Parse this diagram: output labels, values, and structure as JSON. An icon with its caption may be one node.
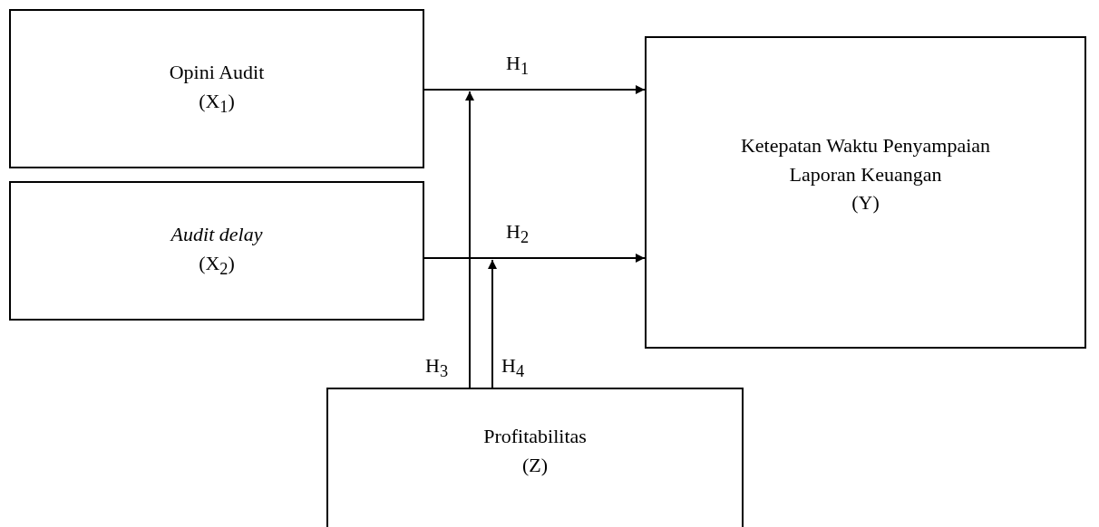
{
  "diagram": {
    "nodes": [
      {
        "text": [
          "Opini Audit",
          "(X$_{1}$)"
        ]
      },
      {
        "text": [
          "Ketepatan Waktu Penyampaian Laporan Keuangan",
          "(Y)"
        ]
      },
      {
        "text": [
          "Audit delay",
          "(X$_{2}$)"
        ]
      },
      {
        "text": [
          "Profitabilitas",
          "(Z)"
        ]
      }
    ],
    "edges": [
      {
        "from": 0,
        "to": 1,
        "arrow": "to",
        "label": "H$_{1}$"
      },
      {
        "from": 2,
        "to": 1,
        "arrow": "to",
        "label": "H$_{2}$"
      },
      {
        "from": 3,
        "to": null,
        "arrow": "to",
        "label": "H$_{3}$"
      },
      {
        "from": 3,
        "to": null,
        "arrow": "to",
        "label": "H$_{4}$"
      }
    ]
  }
}
